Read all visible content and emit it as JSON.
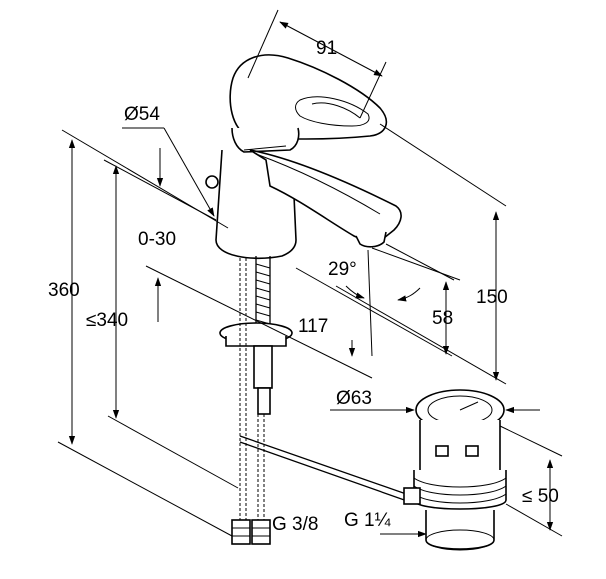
{
  "dimensions": {
    "spout_reach": "91",
    "body_diameter": "Ø54",
    "lever_range": "0-30",
    "spout_angle": "29°",
    "total_height": "360",
    "under_counter": "≤340",
    "spout_offset": "117",
    "outlet_height": "58",
    "spout_height": "150",
    "waste_diameter": "Ø63",
    "waste_height": "≤ 50"
  },
  "connections": {
    "supply_thread": "G 3/8",
    "waste_thread": "G 1¼"
  }
}
